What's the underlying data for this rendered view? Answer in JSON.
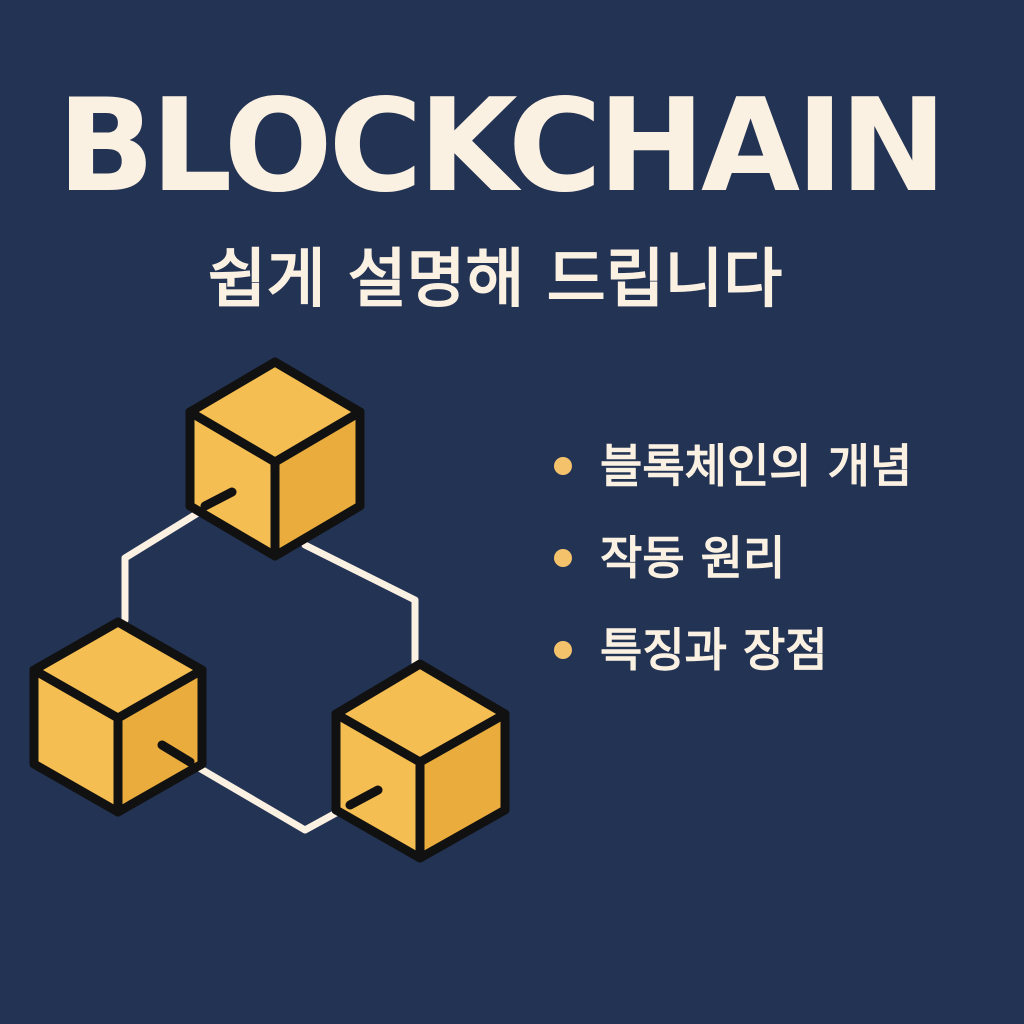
{
  "title": "BLOCKCHAIN",
  "subtitle": "쉽게 설명해 드립니다",
  "points": [
    {
      "label": "블록체인의 개념"
    },
    {
      "label": "작동 원리"
    },
    {
      "label": "특징과 장점"
    }
  ],
  "colors": {
    "background": "#233354",
    "text": "#fbf1e2",
    "cube_light": "#f5be52",
    "cube_shade": "#e9ac3d",
    "outline": "#111111",
    "link": "#fbf1e2",
    "bullet": "#f4c26b"
  },
  "graphic": {
    "cube_count": 3,
    "icon": "linked-blocks-icon"
  }
}
